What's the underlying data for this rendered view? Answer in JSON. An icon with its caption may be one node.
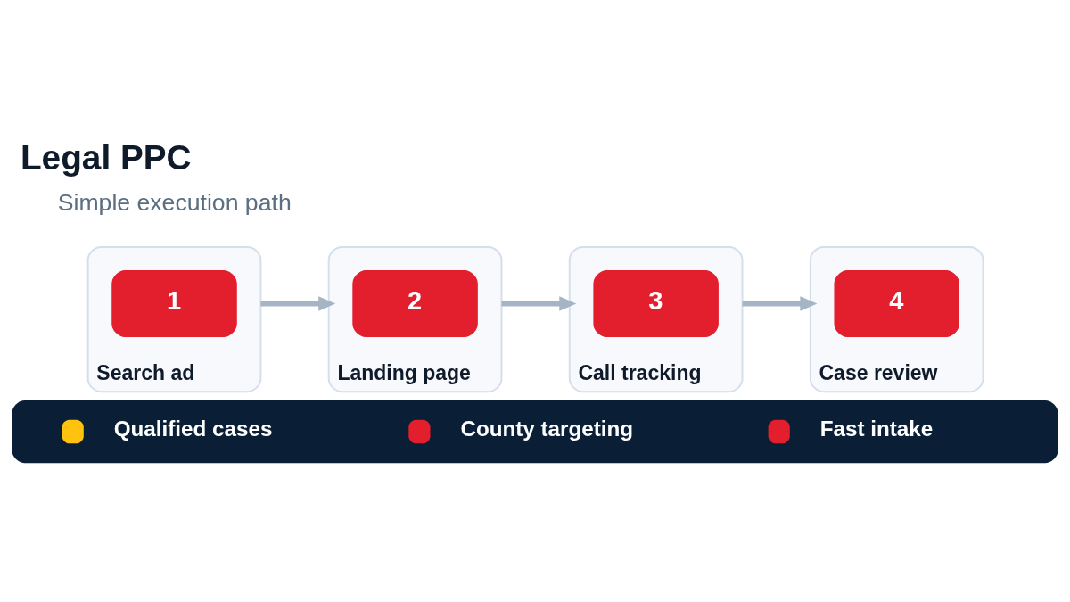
{
  "diagram": {
    "title": "Legal PPC",
    "nodes": [
      {
        "text": [
          "Search ad"
        ]
      },
      {
        "text": [
          "1"
        ],
        "in": 0
      },
      {
        "text": [
          "Landing page"
        ]
      },
      {
        "text": [
          "2"
        ],
        "in": 2
      },
      {
        "text": [
          "Call tracking"
        ]
      },
      {
        "text": [
          "3"
        ],
        "in": 4
      },
      {
        "text": [
          "Case review"
        ]
      },
      {
        "text": [
          "4"
        ],
        "in": 6
      }
    ],
    "edges": [
      {
        "from": 0,
        "to": 2,
        "arrow": "to"
      },
      {
        "from": 2,
        "to": 4,
        "arrow": "to"
      },
      {
        "from": 4,
        "to": 6,
        "arrow": "to"
      }
    ],
    "labels": [
      "Simple execution path"
    ],
    "legend": [
      {
        "text": "Qualified cases",
        "color": "#ffc20e"
      },
      {
        "text": "County targeting",
        "color": "#e31e2d"
      },
      {
        "text": "Fast intake",
        "color": "#e31e2d"
      }
    ]
  }
}
